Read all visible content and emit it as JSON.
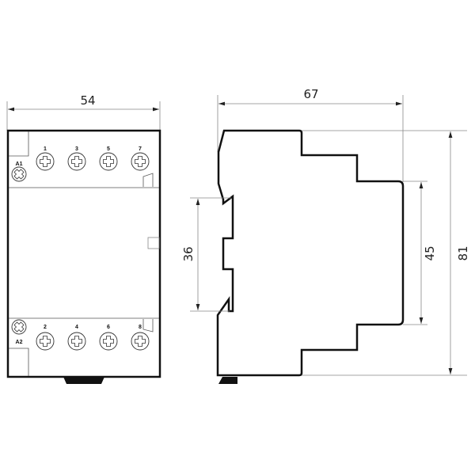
{
  "drawing": {
    "front_view": {
      "width_dim": "54",
      "top_terminals": [
        "1",
        "3",
        "5",
        "7"
      ],
      "bottom_terminals": [
        "2",
        "4",
        "6",
        "8"
      ],
      "coil_top": "A1",
      "coil_bottom": "A2"
    },
    "side_view": {
      "depth_dim": "67",
      "rail_dim": "36",
      "front_height_dim": "45",
      "total_height_dim": "81"
    },
    "colors": {
      "outline": "#111111",
      "dimension_line": "#888888",
      "background": "#ffffff"
    }
  }
}
